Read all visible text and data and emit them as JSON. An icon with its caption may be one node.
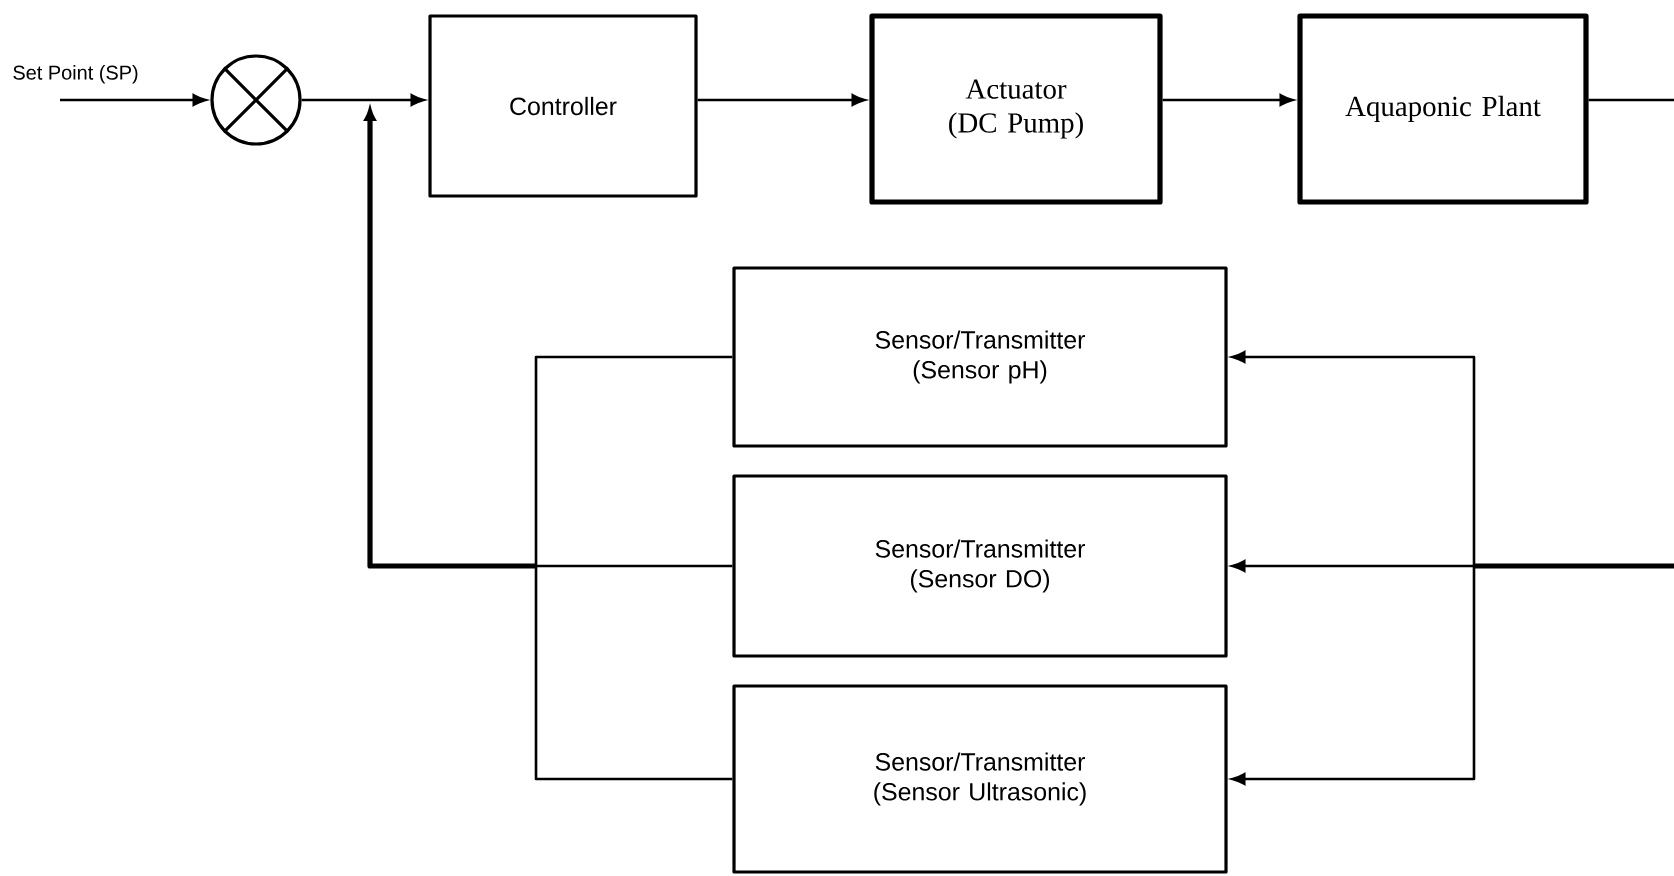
{
  "diagram": {
    "nodes": [
      {
        "text": [
          "Set Point (SP)"
        ]
      },
      {
        "text": [],
        "shape": "circle"
      },
      {
        "text": [
          "Controller"
        ]
      },
      {
        "text": [
          "Actuator (DC Pump)"
        ]
      },
      {
        "text": [
          "Aquaponic Plant"
        ]
      },
      {
        "text": [
          "Sensor/Transmitter (Sensor pH)"
        ]
      },
      {
        "text": [
          "Sensor/Transmitter (Sensor DO)"
        ]
      },
      {
        "text": [
          "Sensor/Transmitter (Sensor Ultrasonic)"
        ]
      }
    ],
    "edges": [
      {
        "from": 0,
        "to": 1,
        "arrow": "to"
      },
      {
        "from": 1,
        "to": 2,
        "arrow": "to"
      },
      {
        "from": 2,
        "to": 3,
        "arrow": "to"
      },
      {
        "from": 3,
        "to": 4,
        "arrow": "to"
      },
      {
        "from": 4,
        "to": null,
        "arrow": "none"
      },
      {
        "from": null,
        "to": 5,
        "arrow": "to"
      },
      {
        "from": null,
        "to": 6,
        "arrow": "to"
      },
      {
        "from": null,
        "to": 7,
        "arrow": "to"
      },
      {
        "from": 5,
        "to": null,
        "arrow": "to"
      },
      {
        "from": 6,
        "to": null,
        "arrow": "to"
      },
      {
        "from": 7,
        "to": null,
        "arrow": "to"
      }
    ]
  }
}
